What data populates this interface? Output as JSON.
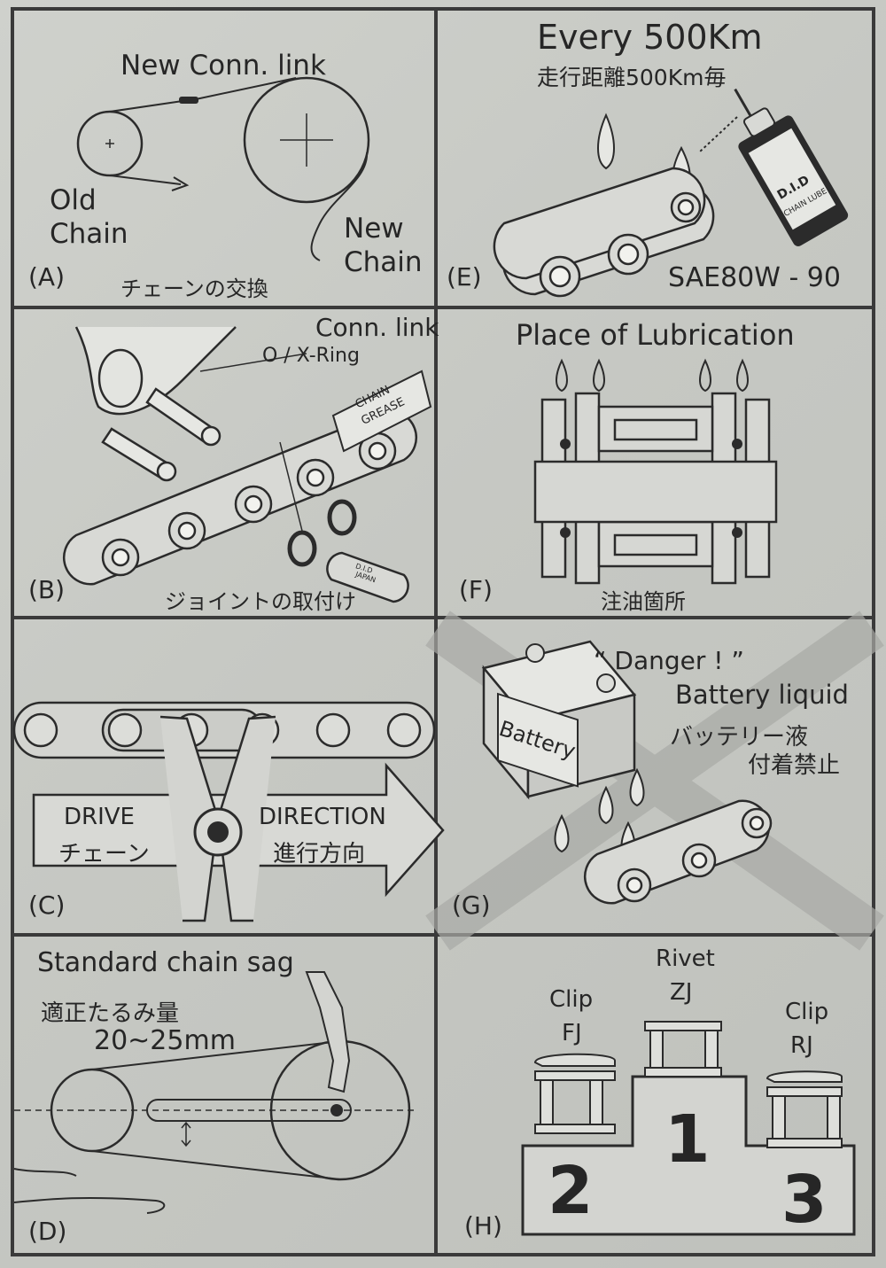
{
  "panels": {
    "a": {
      "letter": "(A)",
      "new_conn_link": "New Conn. link",
      "old_chain_1": "Old",
      "old_chain_2": "Chain",
      "new_chain_1": "New",
      "new_chain_2": "Chain",
      "caption_jp": "チェーンの交換"
    },
    "b": {
      "letter": "(B)",
      "conn_link": "Conn. link",
      "ring": "O / X-Ring",
      "grease_1": "CHAIN",
      "grease_2": "GREASE",
      "plate_1": "D.I.D",
      "plate_2": "JAPAN",
      "caption_jp": "ジョイントの取付け"
    },
    "c": {
      "letter": "(C)",
      "drive": "DRIVE",
      "drive_jp": "チェーン",
      "direction": "DIRECTION",
      "direction_jp": "進行方向"
    },
    "d": {
      "letter": "(D)",
      "title": "Standard chain sag",
      "title_jp": "適正たるみ量",
      "value": "20~25mm"
    },
    "e": {
      "letter": "(E)",
      "title": "Every 500Km",
      "title_jp": "走行距離500Km毎",
      "oil_grade": "SAE80W - 90",
      "can_brand": "D.I.D",
      "can_label": "CHAIN LUBE"
    },
    "f": {
      "letter": "(F)",
      "title": "Place of Lubrication",
      "caption_jp": "注油箇所"
    },
    "g": {
      "letter": "(G)",
      "danger": "“ Danger ! ”",
      "battery_liquid": "Battery liquid",
      "jp_1": "バッテリー液",
      "jp_2": "付着禁止",
      "battery_label": "Battery"
    },
    "h": {
      "letter": "(H)",
      "rivet": "Rivet",
      "zj": "ZJ",
      "clip_left": "Clip",
      "fj": "FJ",
      "clip_right": "Clip",
      "rj": "RJ",
      "rank_1": "1",
      "rank_2": "2",
      "rank_3": "3"
    }
  }
}
